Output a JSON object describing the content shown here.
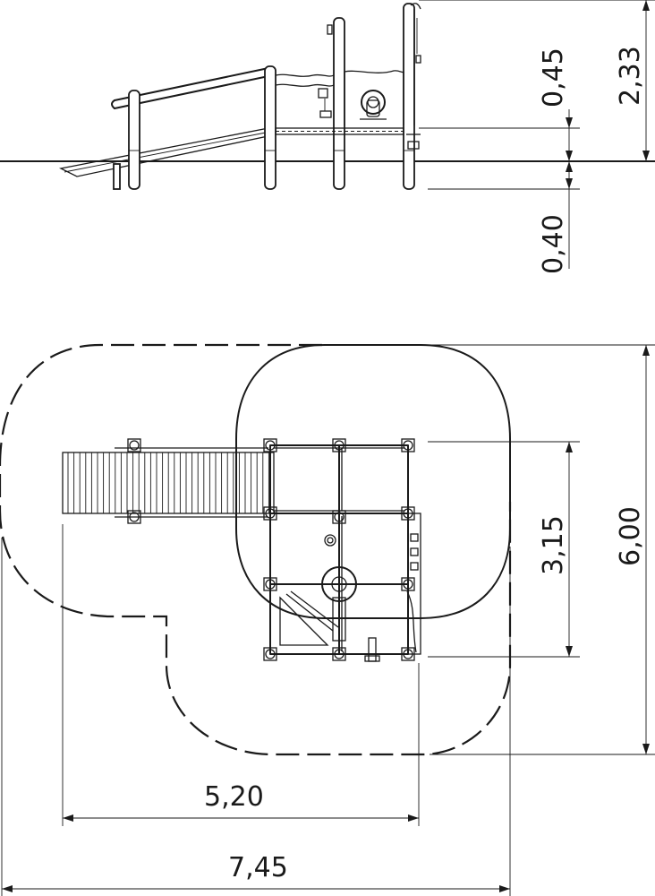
{
  "dimensions": {
    "platform_height": "0,45",
    "total_height": "2,33",
    "foundation_depth": "0,40",
    "play_area_width": "3,15",
    "safety_area_depth": "6,00",
    "play_area_length": "5,20",
    "safety_area_length": "7,45"
  }
}
